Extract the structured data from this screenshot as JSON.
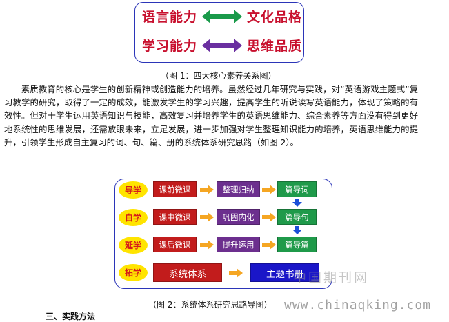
{
  "figure1": {
    "row1": {
      "left": "语言能力",
      "right": "文化品格",
      "arrow_color": "#1a9a4a"
    },
    "row2": {
      "left": "学习能力",
      "right": "思维品质",
      "arrow_color": "#6a2fa0"
    },
    "caption": "（图 1：四大核心素养关系图）"
  },
  "paragraph": "素质教育的核心是学生的创新精神或创造能力的培养。虽然经过几年研究与实践，对“英语游戏主题式”复习教学的研究，取得了一定的成效，能激发学生的学习兴趣，提高学生的听说读写英语能力，体现了策略的有效性。但对于学生运用英语知识与技能，高效复习并培养学生的英语思维能力、综合素养等方面没有得到更好地系统性的思维发展，还需放眼未来，立足发展，进一步加强对学生整理知识能力的培养，英语思维能力的提升，引领学生形成自主复习的词、句、篇、册的系统体系研究思路（如图 2）。",
  "figure2": {
    "rows": [
      {
        "tag": "导学",
        "box1": "课前微课",
        "box2": "整理归纳",
        "box3": "篇导词"
      },
      {
        "tag": "自学",
        "box1": "课中微课",
        "box2": "巩固内化",
        "box3": "篇导句"
      },
      {
        "tag": "延学",
        "box1": "课后微课",
        "box2": "提升运用",
        "box3": "篇导篇"
      },
      {
        "tag": "拓学",
        "box1": "系统体系",
        "box2": "主题书册"
      }
    ],
    "caption": "（图 2：系统体系研究思路导图）",
    "arrow_color": "#f5a623",
    "down_arrow_color": "#1c4fd8"
  },
  "watermark": {
    "cn": "中国期刊网",
    "url": "www.chinaqking.com"
  },
  "cutoff_heading": "三、实践方法"
}
